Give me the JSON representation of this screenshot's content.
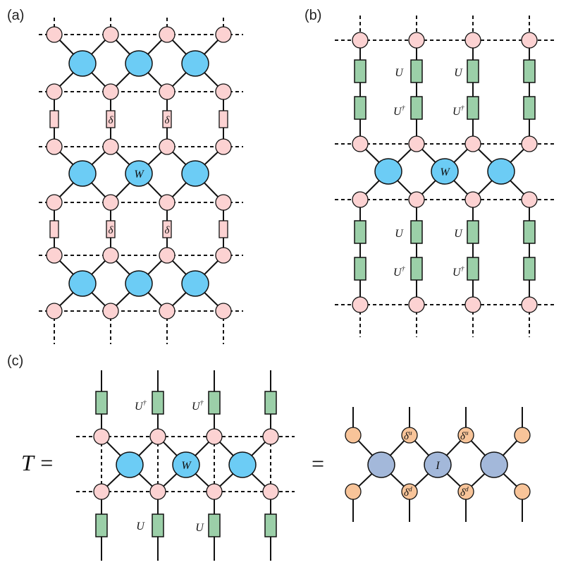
{
  "panels": {
    "a": {
      "label": "(a)",
      "small_tensor_label": "δ",
      "central_tensor_label": "W"
    },
    "b": {
      "label": "(b)",
      "unitary_label": "U",
      "unitary_dagger_label": "U†",
      "central_tensor_label": "W"
    },
    "c": {
      "label": "(c)",
      "lhs_symbol": "T =",
      "equals_symbol": "=",
      "unitary_label": "U",
      "unitary_dagger_label": "U†",
      "central_tensor_label": "W",
      "rhs_central_label": "I",
      "delta_up_label": "δ",
      "delta_up_sup": "u",
      "delta_down_label": "δ",
      "delta_down_sup": "d"
    }
  },
  "colors": {
    "pink_node": "#FCD2D2",
    "blue_node": "#6CCCF5",
    "green_box": "#9BCFA8",
    "orange_node": "#F8C499",
    "slate_node": "#A3B8DA",
    "line": "#111111"
  }
}
